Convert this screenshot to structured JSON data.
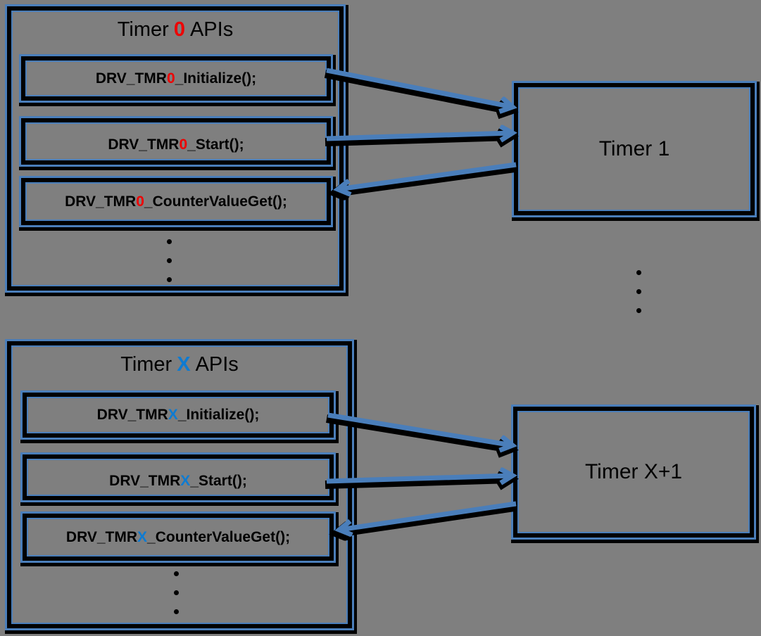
{
  "colors": {
    "gray": "#7f7f7f",
    "blue": "#4a7eba",
    "red": "#ee0000",
    "xblue": "#0e7bd2"
  },
  "timer0_group": {
    "title": {
      "prefix": "Timer",
      "highlight": "0",
      "suffix": "APIs"
    },
    "apis": [
      {
        "pre": "DRV_TMR",
        "id": "0",
        "post": "_Initialize();"
      },
      {
        "pre": "DRV_TMR",
        "id": "0",
        "post": "_Start();"
      },
      {
        "pre": "DRV_TMR",
        "id": "0",
        "post": "_CounterValueGet();"
      }
    ]
  },
  "timer1_box": {
    "label": "Timer 1"
  },
  "timerx_group": {
    "title": {
      "prefix": "Timer",
      "highlight": "X",
      "suffix": "APIs"
    },
    "apis": [
      {
        "pre": "DRV_TMR",
        "id": "X",
        "post": "_Initialize();"
      },
      {
        "pre": "DRV_TMR",
        "id": "X",
        "post": "_Start();"
      },
      {
        "pre": "DRV_TMR",
        "id": "X",
        "post": "_CounterValueGet();"
      }
    ]
  },
  "timerx1_box": {
    "label": "Timer X+1"
  }
}
